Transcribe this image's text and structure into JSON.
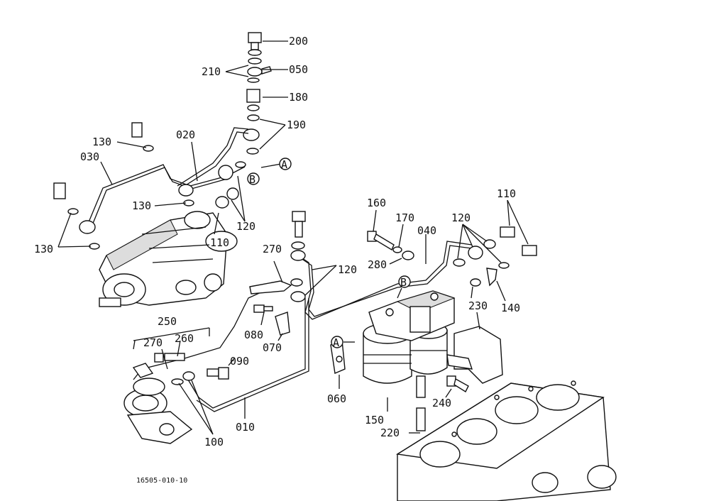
{
  "labels": {
    "p200": "200",
    "p210": "210",
    "p050": "050",
    "p180": "180",
    "p190": "190",
    "p130a": "130",
    "p030": "030",
    "p020": "020",
    "p130b": "130",
    "p130c": "130",
    "p120a": "120",
    "p110a": "110",
    "p270a": "270",
    "p120b": "120",
    "p160": "160",
    "p170": "170",
    "p040": "040",
    "p280": "280",
    "p120c": "120",
    "p110b": "110",
    "p140": "140",
    "p230": "230",
    "p250": "250",
    "p260": "260",
    "p270b": "270",
    "p080": "080",
    "p070": "070",
    "p090": "090",
    "p060": "060",
    "p150": "150",
    "p240": "240",
    "p220": "220",
    "p010": "010",
    "p100": "100"
  },
  "markers": {
    "a1": "A",
    "b1": "B",
    "a2": "A",
    "b2": "B"
  },
  "footer": "16505-010-10",
  "icons": [
    "injection-pump",
    "fuel-feed-pump",
    "fuel-filter",
    "engine-block"
  ]
}
